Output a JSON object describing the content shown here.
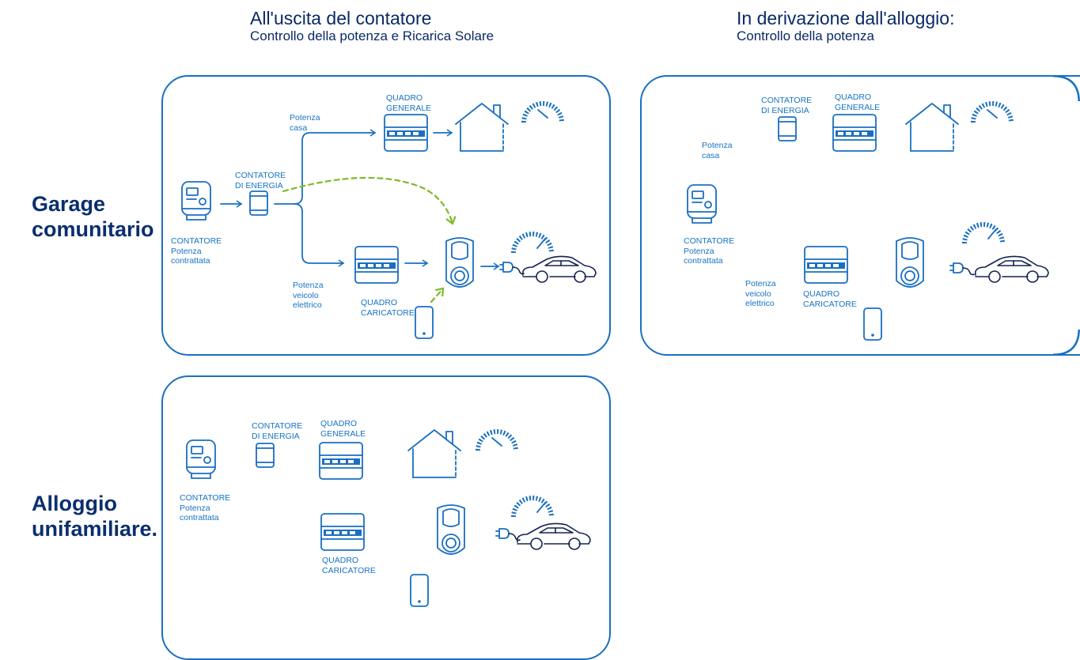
{
  "headers": {
    "left": {
      "title": "All'uscita del contatore",
      "subtitle": "Controllo della potenza e Ricarica Solare"
    },
    "right": {
      "title": "In derivazione dall'alloggio:",
      "subtitle": "Controllo della potenza"
    }
  },
  "rows": {
    "garage": {
      "line1": "Garage",
      "line2": "comunitario"
    },
    "alloggio": {
      "line1": "Alloggio",
      "line2": "unifamiliare."
    }
  },
  "labels": {
    "meter": "CONTATORE",
    "meter_power_1": "Potenza",
    "meter_power_2": "contrattata",
    "energy_meter_1": "CONTATORE",
    "energy_meter_2": "DI ENERGIA",
    "general_board_1": "QUADRO",
    "general_board_2": "GENERALE",
    "charger_board_1": "QUADRO",
    "charger_board_2": "CARICATORE",
    "house_power_1": "Potenza",
    "house_power_2": "casa",
    "ev_power_1": "Potenza",
    "ev_power_2": "veicolo",
    "ev_power_3": "elettrico"
  },
  "colors": {
    "primary_blue": "#1a6fc2",
    "dark_navy": "#0a2f6e",
    "solar_green": "#7cba29",
    "car_stroke": "#13234f"
  },
  "icons": [
    "meter-icon",
    "energy-meter-icon",
    "board-icon",
    "house-icon",
    "gauge-icon",
    "charger-icon",
    "plug-icon",
    "car-icon",
    "phone-icon"
  ]
}
